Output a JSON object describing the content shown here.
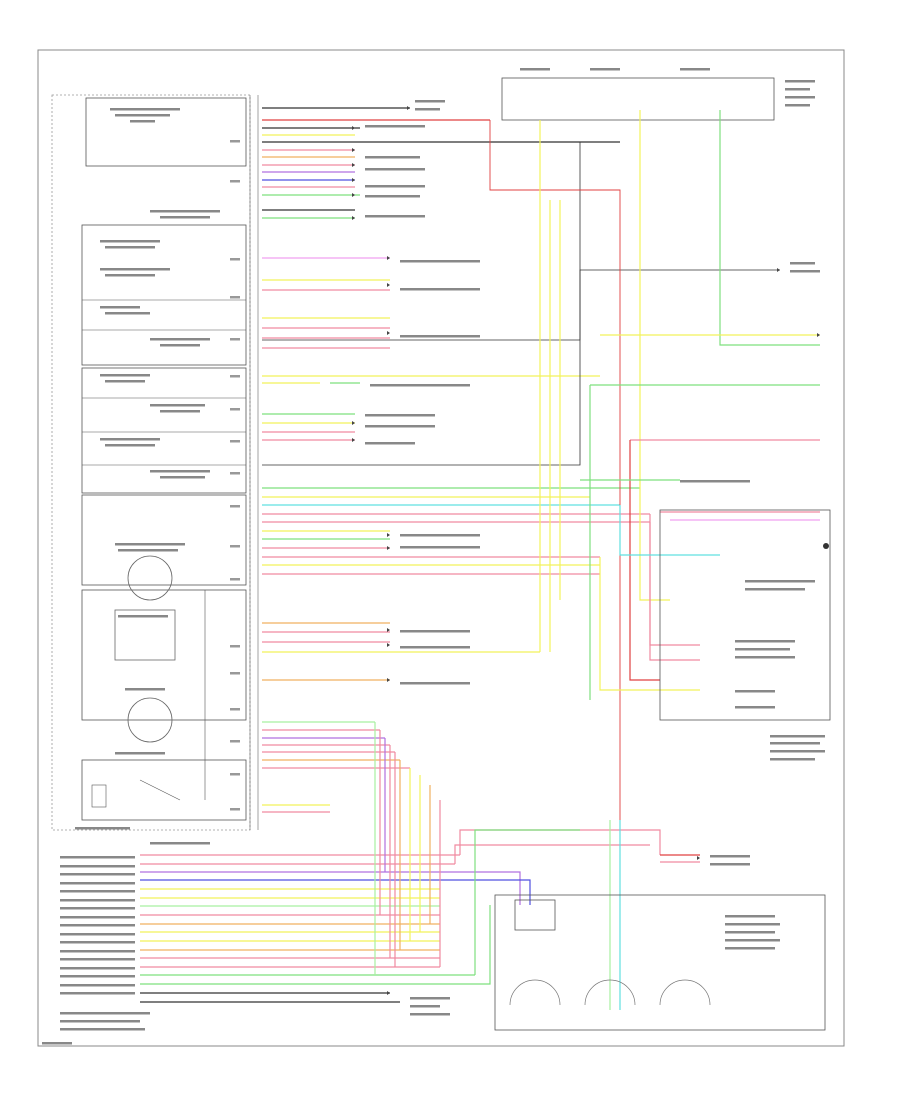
{
  "diagram": {
    "corner_note": "",
    "left_components": [
      {
        "id": "c1",
        "label": ""
      },
      {
        "id": "c2",
        "label": ""
      },
      {
        "id": "c3",
        "label": ""
      },
      {
        "id": "c4",
        "label": ""
      },
      {
        "id": "c5",
        "label": ""
      },
      {
        "id": "c6",
        "label": ""
      },
      {
        "id": "c7",
        "label": ""
      },
      {
        "id": "c8",
        "label": ""
      },
      {
        "id": "c9",
        "label": ""
      },
      {
        "id": "c10",
        "label": ""
      },
      {
        "id": "c11",
        "label": ""
      }
    ],
    "colors": {
      "black": "#333333",
      "yellow": "#f2f25a",
      "green": "#7ee07e",
      "pink": "#f08aa0",
      "red": "#e04040",
      "purple": "#b070e0",
      "blue": "#5050e0",
      "cyan": "#60e0e0",
      "lightgreen": "#a8f0a0",
      "orange": "#f0b060",
      "gray": "#888888"
    }
  }
}
